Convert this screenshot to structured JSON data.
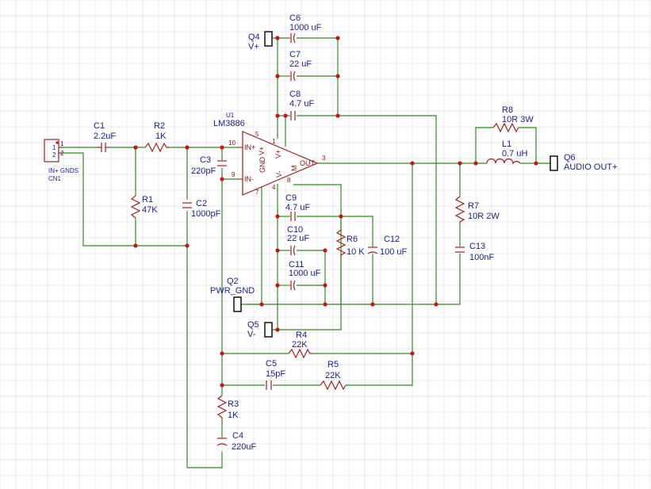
{
  "components": {
    "cn1": {
      "pin1": "1",
      "pin2": "2",
      "label": "IN+ GNDS",
      "ref": "CN1"
    },
    "c1": {
      "ref": "C1",
      "value": "2.2uF"
    },
    "r2": {
      "ref": "R2",
      "value": "1K"
    },
    "r1": {
      "ref": "R1",
      "value": "47K"
    },
    "c2": {
      "ref": "C2",
      "value": "1000pF"
    },
    "c3": {
      "ref": "C3",
      "value": "220pF"
    },
    "u1": {
      "ref": "U1",
      "part": "LM3886",
      "pins": {
        "in_plus_num": "10",
        "in_minus_num": "9",
        "out_num": "3",
        "vplus_num": "5",
        "vplus2_num": "1",
        "gnd_num": "7",
        "vminus_num": "4",
        "mute_num": "8"
      },
      "pin_labels": {
        "in_plus": "IN+",
        "in_minus": "IN-",
        "out": "OUT",
        "vplus": "V+",
        "vplus2": "V+",
        "gnd": "GND",
        "vminus": "V-",
        "mute": "M"
      }
    },
    "c6": {
      "ref": "C6",
      "value": "1000 uF"
    },
    "c7": {
      "ref": "C7",
      "value": "22 uF"
    },
    "c8": {
      "ref": "C8",
      "value": "4.7 uF"
    },
    "c9": {
      "ref": "C9",
      "value": "4.7 uF"
    },
    "c10": {
      "ref": "C10",
      "value": "22 uF"
    },
    "c11": {
      "ref": "C11",
      "value": "1000 uF"
    },
    "r6": {
      "ref": "R6",
      "value": "10 K"
    },
    "c12": {
      "ref": "C12",
      "value": "100 uF"
    },
    "r8": {
      "ref": "R8",
      "value": "10R 3W"
    },
    "l1": {
      "ref": "L1",
      "value": "0.7 uH"
    },
    "r7": {
      "ref": "R7",
      "value": "10R 2W"
    },
    "c13": {
      "ref": "C13",
      "value": "100nF"
    },
    "r4": {
      "ref": "R4",
      "value": "22K"
    },
    "c5": {
      "ref": "C5",
      "value": "15pF"
    },
    "r5": {
      "ref": "R5",
      "value": "22K"
    },
    "r3": {
      "ref": "R3",
      "value": "1K"
    },
    "c4": {
      "ref": "C4",
      "value": "220uF"
    }
  },
  "ports": {
    "q4": {
      "ref": "Q4",
      "net": "V+"
    },
    "q5": {
      "ref": "Q5",
      "net": "V-"
    },
    "q2": {
      "ref": "Q2",
      "net": "PWR_GND"
    },
    "q6": {
      "ref": "Q6",
      "net": "AUDIO OUT+"
    }
  },
  "colors": {
    "wire": "#2e8b1e",
    "part": "#a02020",
    "junction": "#c0161c",
    "text": "#1b1b8f",
    "grid": "#e8e8e8"
  }
}
